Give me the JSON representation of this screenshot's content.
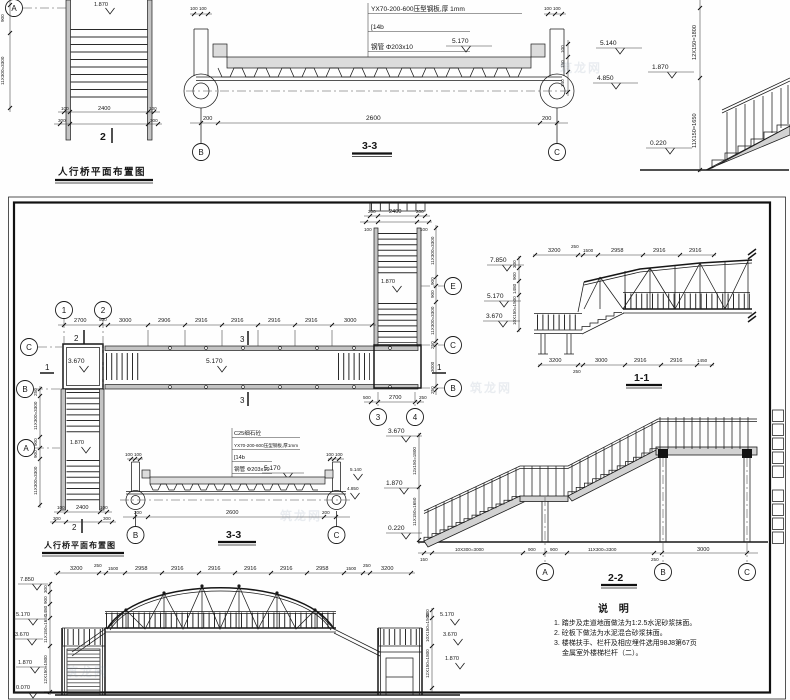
{
  "tl": {
    "gridA": "A",
    "d900": "900",
    "d3300": "11X300=3300",
    "b1": "100",
    "b2": "2400",
    "b3": "100",
    "b4": "300",
    "b5": "300",
    "sec": "2",
    "elev": "1.870",
    "title": "人行桥平面布置图"
  },
  "t33": {
    "l1": "YX70-200-600压型钢板,厚 1mm",
    "l2": "[14b",
    "l3": "钢管 Φ203x10",
    "e5170": "5.170",
    "d100l": "100 100",
    "d100r": "100 100",
    "v100": "100",
    "v150": "150",
    "v140": "140",
    "e5140": "5.140",
    "e4850": "4.850",
    "b200l": "200",
    "b2600": "2600",
    "b200r": "200",
    "gB": "B",
    "gC": "C",
    "title": "3-3"
  },
  "trs": {
    "d1800": "12X150=1800",
    "e1870": "1.870",
    "d1650": "11X150=1650",
    "e0220": "0.220"
  },
  "plan": {
    "title": "人行桥平面布置图",
    "g1": "1",
    "g2": "2",
    "g3": "3",
    "g4": "4",
    "gA": "A",
    "gBl": "B",
    "gCl": "C",
    "gE": "E",
    "gCr": "C",
    "gBr": "B",
    "dt": [
      "2700",
      "500",
      "3000",
      "2906",
      "2916",
      "2916",
      "2916",
      "2916",
      "3000"
    ],
    "e3670": "3.670",
    "e5170": "5.170",
    "e1870l": "1.870",
    "e1870t": "1.870",
    "s2a": "2",
    "s2b": "2",
    "s3a": "3",
    "s3b": "3",
    "s1a": "1",
    "s1b": "1",
    "lv": [
      "250",
      "11X300=3300",
      "900",
      "900",
      "11X300=3300"
    ],
    "lb": [
      "100",
      "2400",
      "100",
      "300",
      "300"
    ],
    "tt": [
      "200",
      "2400",
      "200",
      "100",
      "100"
    ],
    "rv": [
      "11X300=3300",
      "900",
      "900",
      "11X300=3300",
      "250",
      "3000",
      "250"
    ],
    "db": [
      "500",
      "2700",
      "250"
    ]
  },
  "s11": {
    "title": "1-1",
    "dt": [
      "3200",
      "250",
      "1500",
      "2958",
      "2916",
      "2916"
    ],
    "db": [
      "3200",
      "250",
      "3000",
      "2916",
      "2916",
      "1450"
    ],
    "e7850": "7.850",
    "e5170": "5.170",
    "e3670": "3.670",
    "v": [
      "300",
      "900",
      "1480",
      "10X150=1500"
    ]
  },
  "s33": {
    "l1": "C25细石砼",
    "l2": "YX70-200-600压型钢板,厚1mm",
    "l3": "[14b",
    "l4": "钢管 Φ203x10",
    "e5170": "5.170",
    "e5140": "5.140",
    "e4850": "4.850",
    "d100l": "100 100",
    "d100r": "100 100",
    "b": [
      "200",
      "2600",
      "200"
    ],
    "gB": "B",
    "gC": "C",
    "title": "3-3"
  },
  "s22": {
    "title": "2-2",
    "e3670": "3.670",
    "e1870": "1.870",
    "e0220": "0.220",
    "v1800": "12x150=1800",
    "v1650": "11X150=1650",
    "db": [
      "150",
      "10X300=3000",
      "900",
      "900",
      "11X300=3300",
      "250",
      "3000"
    ],
    "gA": "A",
    "gB": "B",
    "gC": "C"
  },
  "el": {
    "dt": [
      "3200",
      "250",
      "1500",
      "2958",
      "2916",
      "2916",
      "2916",
      "2916",
      "2958",
      "1500",
      "250",
      "3200"
    ],
    "eL": [
      "7.850",
      "5.170",
      "3.670",
      "1.870",
      "0.070"
    ],
    "eR": [
      "5.170",
      "3.670",
      "1.870"
    ],
    "vL": [
      "300",
      "900",
      "1480",
      "11X150=1650",
      "12X150=1800"
    ],
    "vR": [
      "300",
      "10X150=1500",
      "12X150=1800"
    ]
  },
  "notes": {
    "title": "说 明",
    "n1": "1. 踏步及走道地面做法为1:2.5水泥砂浆抹面。",
    "n2": "2. 砼板下做法为水泥混合砂浆抹面。",
    "n3": "3. 楼梯扶手、栏杆及相应埋件选用98J8第67页",
    "n4": "金属室外楼梯栏杆（二）。"
  },
  "wm": "筑龙网"
}
